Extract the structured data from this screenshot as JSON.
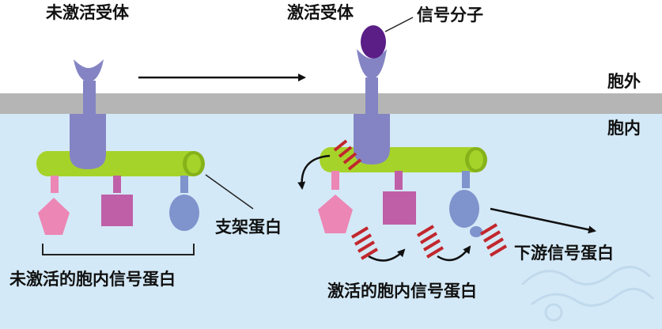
{
  "labels": {
    "inactive_receptor": "未激活受体",
    "active_receptor": "激活受体",
    "signal_molecule": "信号分子",
    "extracellular": "胞外",
    "intracellular": "胞内",
    "scaffold_protein": "支架蛋白",
    "inactive_signal_proteins": "未激活的胞内信号蛋白",
    "active_signal_proteins": "激活的胞内信号蛋白",
    "downstream_protein": "下游信号蛋白"
  },
  "colors": {
    "membrane": "#b5b5b5",
    "cytoplasm": "#d4e9f7",
    "receptor": "#8484c4",
    "receptor_dark": "#6a6aae",
    "scaffold": "#a6d32a",
    "scaffold_dark": "#86b21a",
    "signal_molecule": "#5a1e86",
    "hexagon_protein": "#ec86b5",
    "square_protein": "#bf5fa7",
    "oval_protein": "#7f93cc",
    "activation_marks": "#c1272d"
  }
}
